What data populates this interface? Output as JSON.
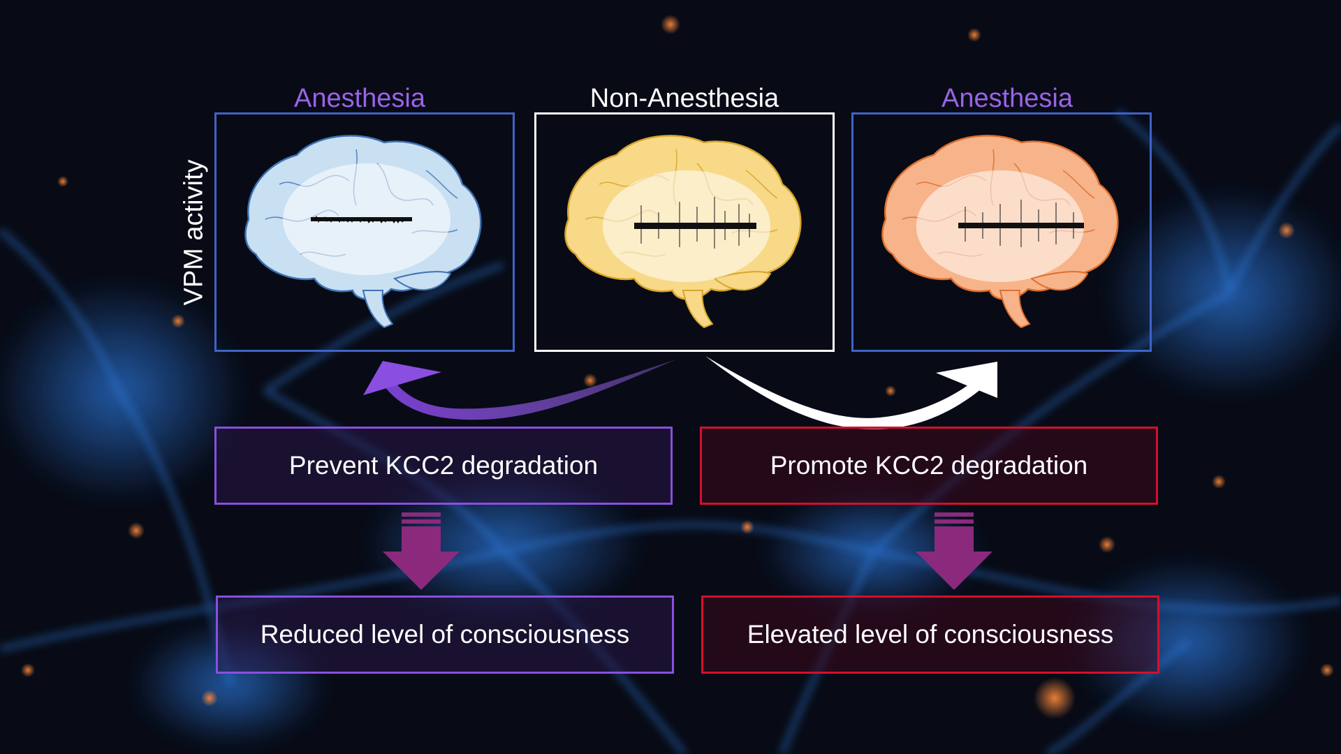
{
  "panels": [
    {
      "title": "Anesthesia",
      "title_color": "#9a63e6",
      "brain_color": "#c9dff2",
      "brain_stroke": "#3d73b3",
      "frame": "blue"
    },
    {
      "title": "Non-Anesthesia",
      "title_color": "#ffffff",
      "brain_color": "#f7d988",
      "brain_stroke": "#d9a52d",
      "frame": "white"
    },
    {
      "title": "Anesthesia",
      "title_color": "#9a63e6",
      "brain_color": "#f7b48a",
      "brain_stroke": "#df6e2e",
      "frame": "blue"
    }
  ],
  "side_label": "VPM activity",
  "boxes": {
    "prevent": "Prevent KCC2 degradation",
    "promote": "Promote KCC2 degradation",
    "reduced": "Reduced level of consciousness",
    "elevated": "Elevated level of consciousness"
  },
  "colors": {
    "purple_accent": "#8a4fe0",
    "red_accent": "#d4102c",
    "arrow_down": "#8b2a7c",
    "frame_blue": "#3f63c8"
  }
}
